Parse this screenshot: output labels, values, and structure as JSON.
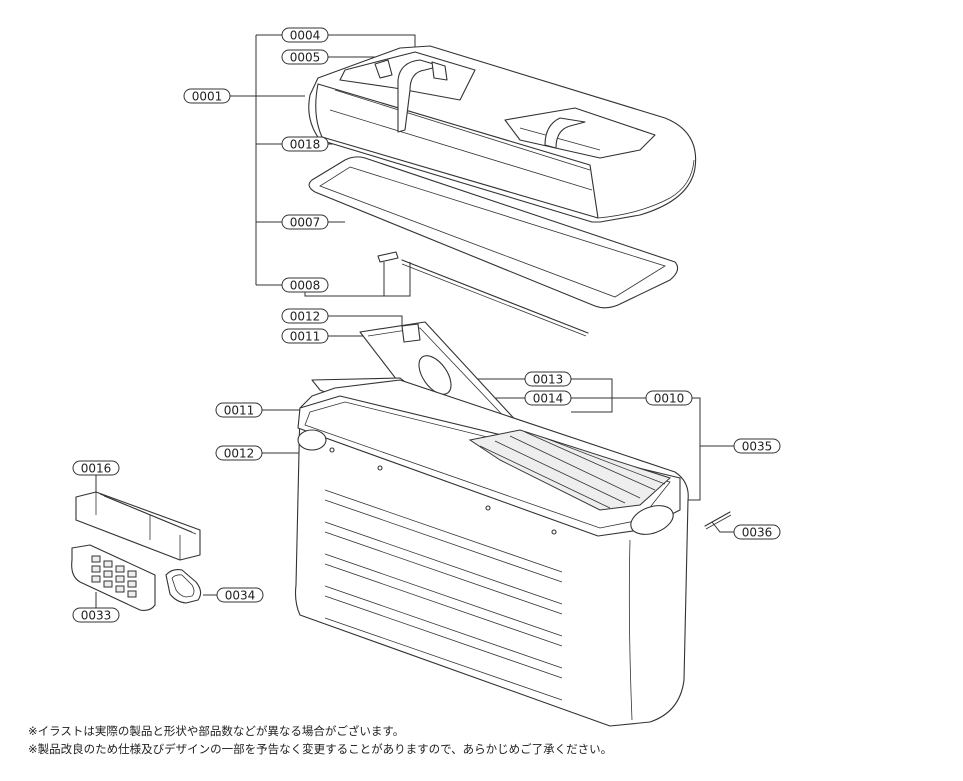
{
  "callouts": [
    {
      "id": "c-0004",
      "text": "0004"
    },
    {
      "id": "c-0005",
      "text": "0005"
    },
    {
      "id": "c-0001",
      "text": "0001"
    },
    {
      "id": "c-0018",
      "text": "0018"
    },
    {
      "id": "c-0007",
      "text": "0007"
    },
    {
      "id": "c-0008",
      "text": "0008"
    },
    {
      "id": "c-0012a",
      "text": "0012"
    },
    {
      "id": "c-0011a",
      "text": "0011"
    },
    {
      "id": "c-0013",
      "text": "0013"
    },
    {
      "id": "c-0014",
      "text": "0014"
    },
    {
      "id": "c-0010",
      "text": "0010"
    },
    {
      "id": "c-0011b",
      "text": "0011"
    },
    {
      "id": "c-0035",
      "text": "0035"
    },
    {
      "id": "c-0012b",
      "text": "0012"
    },
    {
      "id": "c-0016",
      "text": "0016"
    },
    {
      "id": "c-0036",
      "text": "0036"
    },
    {
      "id": "c-0034",
      "text": "0034"
    },
    {
      "id": "c-0033",
      "text": "0033"
    }
  ],
  "notes": [
    "※イラストは実際の製品と形状や部品数などが異なる場合がございます。",
    "※製品改良のため仕様及びデザインの一部を予告なく変更することがありますので、あらかじめご了承ください。"
  ]
}
